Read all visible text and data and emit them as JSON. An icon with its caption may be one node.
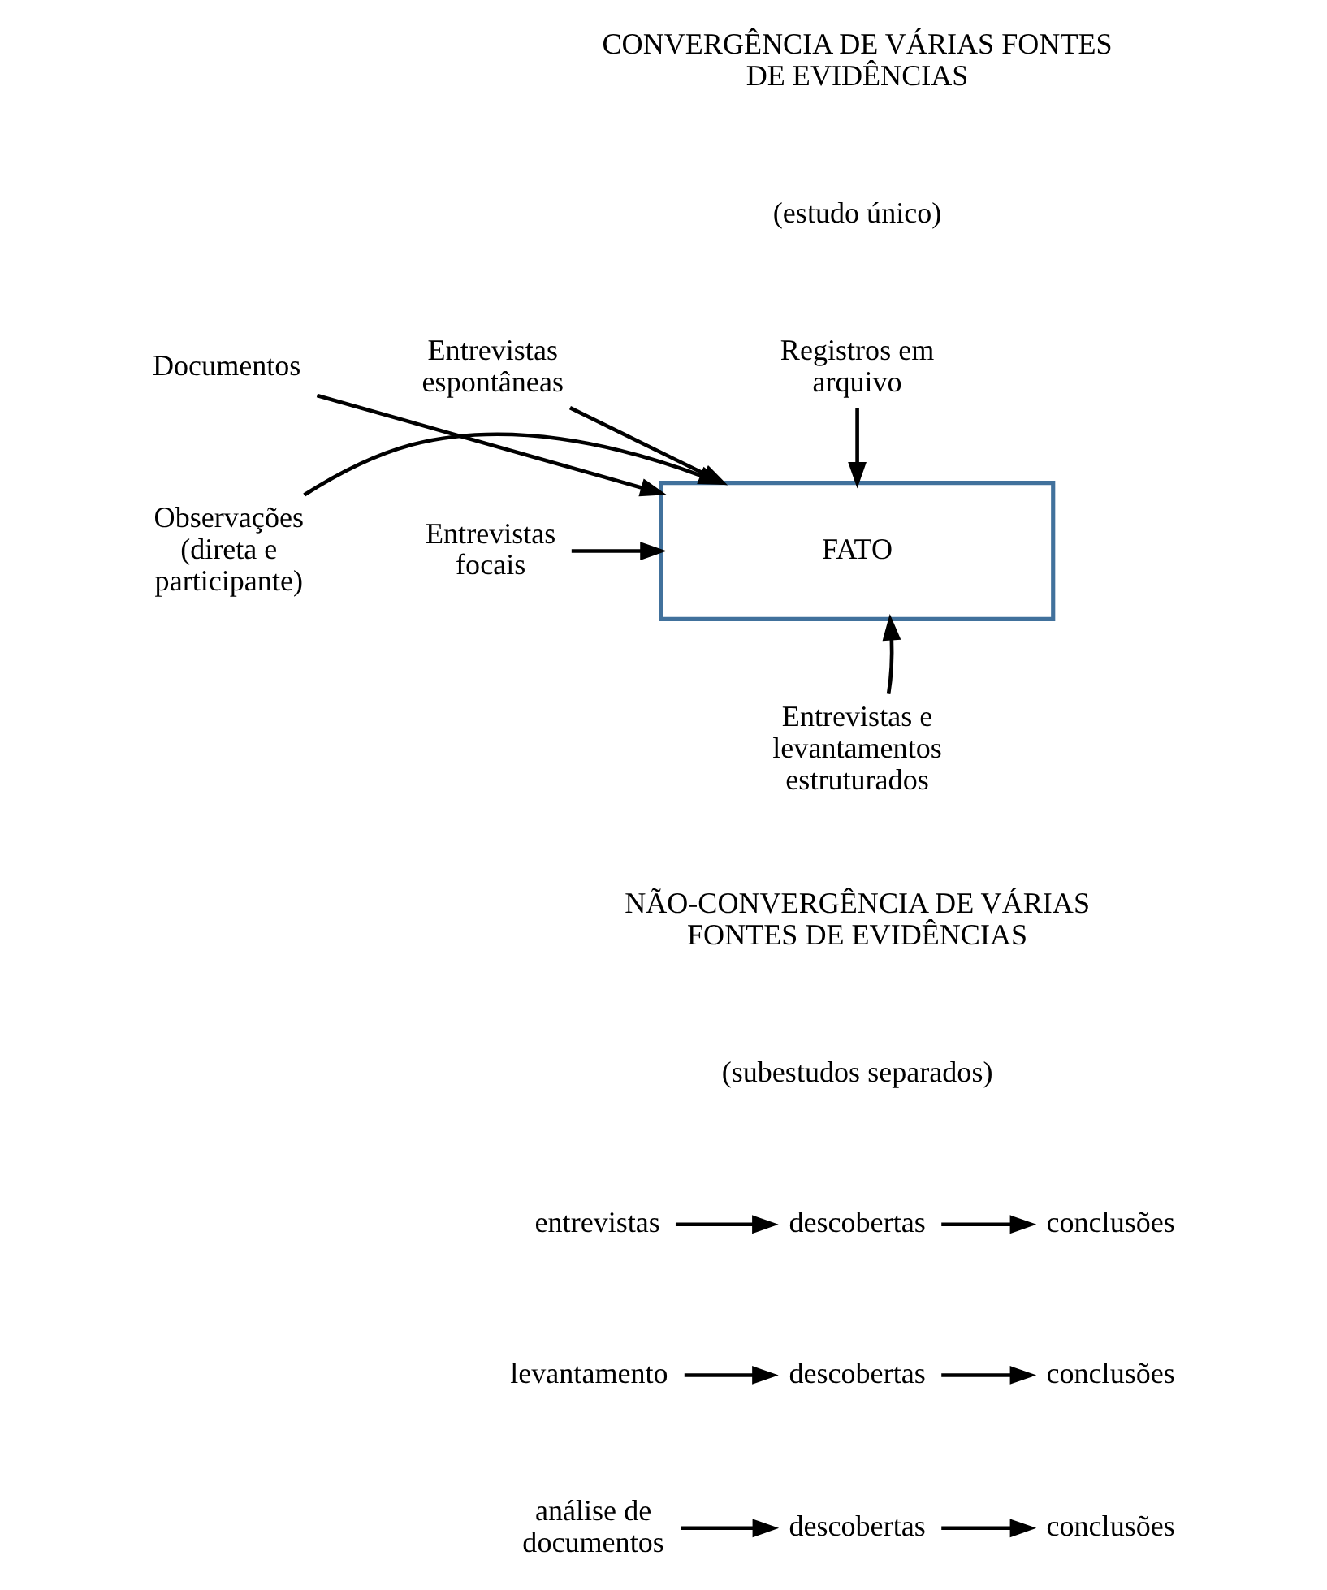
{
  "diagram": {
    "nodes": [
      {
        "text": [
          "FATO"
        ]
      },
      {
        "text": [
          "Registros em arquivo"
        ]
      },
      {
        "text": [
          "Documentos"
        ]
      },
      {
        "text": [
          "Entrevistas espontâneas"
        ]
      },
      {
        "text": [
          "Observações (direta e participante)"
        ]
      },
      {
        "text": [
          "Entrevistas focais"
        ]
      },
      {
        "text": [
          "Entrevistas e levantamentos estruturados"
        ]
      },
      {
        "text": [
          "entrevistas"
        ]
      },
      {
        "text": [
          "descobertas"
        ]
      },
      {
        "text": [
          "conclusões"
        ]
      },
      {
        "text": [
          "levantamento"
        ]
      },
      {
        "text": [
          "descobertas"
        ]
      },
      {
        "text": [
          "conclusões"
        ]
      },
      {
        "text": [
          "análise de documentos"
        ]
      },
      {
        "text": [
          "descobertas"
        ]
      },
      {
        "text": [
          "conclusões"
        ]
      }
    ],
    "edges": [
      {
        "from": 1,
        "to": 0,
        "arrow": "to"
      },
      {
        "from": 2,
        "to": 0,
        "arrow": "to"
      },
      {
        "from": 3,
        "to": 0,
        "arrow": "to"
      },
      {
        "from": 4,
        "to": 0,
        "arrow": "to"
      },
      {
        "from": 5,
        "to": 0,
        "arrow": "to"
      },
      {
        "from": 6,
        "to": 0,
        "arrow": "to"
      },
      {
        "from": 7,
        "to": 8,
        "arrow": "to"
      },
      {
        "from": 8,
        "to": 9,
        "arrow": "to"
      },
      {
        "from": 10,
        "to": 11,
        "arrow": "to"
      },
      {
        "from": 11,
        "to": 12,
        "arrow": "to"
      },
      {
        "from": 13,
        "to": 14,
        "arrow": "to"
      },
      {
        "from": 14,
        "to": 15,
        "arrow": "to"
      }
    ],
    "labels": [
      "CONVERGÊNCIA DE VÁRIAS FONTES DE EVIDÊNCIAS",
      "(estudo único)",
      "NÃO-CONVERGÊNCIA DE VÁRIAS FONTES DE EVIDÊNCIAS",
      "(subestudos separados)"
    ]
  }
}
